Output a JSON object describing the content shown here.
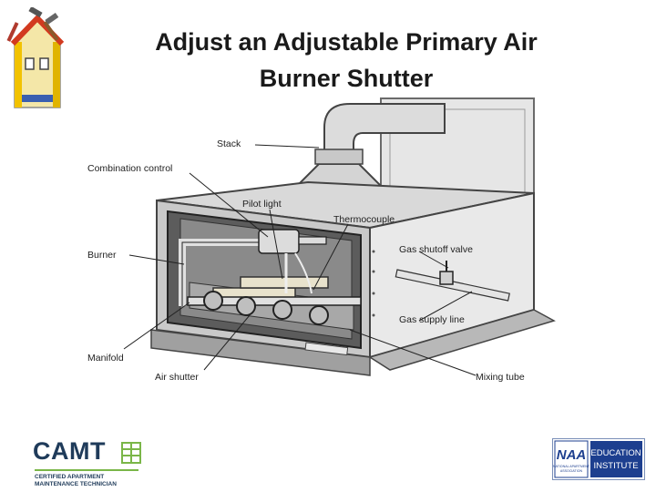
{
  "slide": {
    "title_line1": "Adjust an Adjustable Primary Air",
    "title_line2": "Burner Shutter"
  },
  "diagram": {
    "labels": {
      "stack": "Stack",
      "combination_control": "Combination control",
      "pilot_light": "Pilot light",
      "thermocouple": "Thermocouple",
      "burner": "Burner",
      "gas_shutoff_valve": "Gas shutoff valve",
      "gas_supply_line": "Gas supply line",
      "manifold": "Manifold",
      "air_shutter": "Air shutter",
      "mixing_tube": "Mixing tube"
    }
  },
  "logos": {
    "camt": {
      "wordmark": "CAMT",
      "subtitle_line1": "CERTIFIED APARTMENT",
      "subtitle_line2": "MAINTENANCE TECHNICIAN",
      "accent_color": "#7ab648",
      "brand_color": "#1f3b5a"
    },
    "naa": {
      "mark": "NAA",
      "small_text_line1": "NATIONAL APARTMENT",
      "small_text_line2": "ASSOCIATION",
      "name_line1": "EDUCATION",
      "name_line2": "INSTITUTE",
      "brand_color": "#1d3f8f"
    }
  }
}
